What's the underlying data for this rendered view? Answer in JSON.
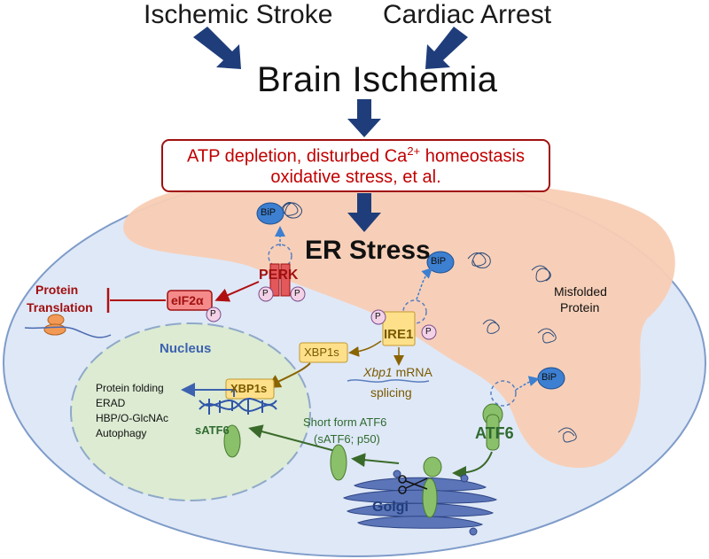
{
  "causes": {
    "left": "Ischemic Stroke",
    "right": "Cardiac Arrest"
  },
  "main_title": "Brain Ischemia",
  "stress_box": {
    "line1_prefix": "ATP depletion, disturbed Ca",
    "line1_sup": "2+",
    "line1_suffix": " homeostasis",
    "line2": "oxidative stress, et al."
  },
  "er_stress": "ER Stress",
  "labels": {
    "bip": "BiP",
    "perk": "PERK",
    "p": "P",
    "eif2a": "eIF2α",
    "protein_translation_line1": "Protein",
    "protein_translation_line2": "Translation",
    "ire1": "IRE1",
    "xbp1s": "XBP1s",
    "xbp1_italic": "Xbp1",
    "xbp1_mrna": " mRNA",
    "splicing": "splicing",
    "misfolded_line1": "Misfolded",
    "misfolded_line2": "Protein",
    "nucleus": "Nucleus",
    "satf6": "sATF6",
    "atf6": "ATF6",
    "short_form_line1": "Short form ATF6",
    "short_form_line2": "(sATF6; p50)",
    "golgi": "Golgi"
  },
  "nucleus_targets": [
    "Protein folding",
    "ERAD",
    "HBP/O-GlcNAc",
    "Autophagy"
  ],
  "colors": {
    "cell_fill": "#dfe8f7",
    "cell_stroke": "#7f9cc9",
    "er_fill": "#f8cdb4",
    "nucleus_fill": "#dcebd2",
    "dark_arrow": "#1f3d7a",
    "red": "#c00000",
    "bip_fill": "#3d7fd0",
    "green": "#8ac06a",
    "yellow": "#ffe08a",
    "olive": "#8a6400"
  }
}
